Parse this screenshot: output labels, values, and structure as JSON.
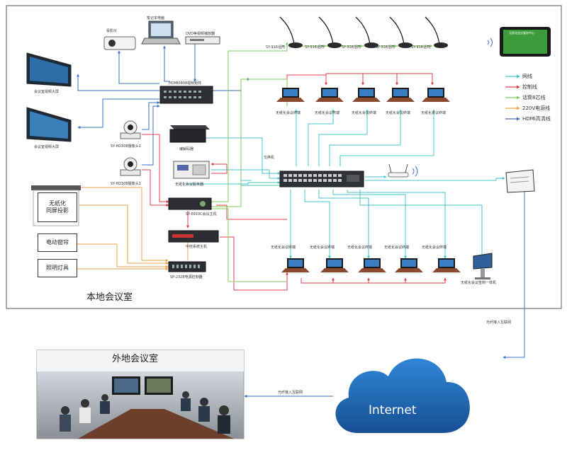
{
  "colors": {
    "network": "#45c4c9",
    "control": "#e0424a",
    "mic8": "#7ccf5a",
    "power220": "#f0a04b",
    "hdmi": "#3a6fc6",
    "cloud": "#1f67b4"
  },
  "legend": [
    {
      "label": "网线",
      "color_key": "network"
    },
    {
      "label": "控制线",
      "color_key": "control"
    },
    {
      "label": "话筒8芯线",
      "color_key": "mic8"
    },
    {
      "label": "220V电源线",
      "color_key": "power220"
    },
    {
      "label": "HDMI高清线",
      "color_key": "hdmi"
    }
  ],
  "devices": {
    "projector": "投影仪",
    "laptop": "笔记本电脑",
    "dvd": "DVD等视频播放器",
    "screen1": "会议室视频大屏",
    "screen2": "会议室视频大屏",
    "matrix": "HDMI0808视频矩阵",
    "cam1": "SY-HD308摄像头1",
    "cam2": "SY-HD308摄像头2",
    "recorder": "编解码器",
    "server": "无纸化会议服务器",
    "conf_host": "SY-6910C会议主机",
    "central": "中控系统主机",
    "power_ctrl": "SP-2328电源控制器",
    "switch": "交换机",
    "kiosk": "无纸化会议签到一体机",
    "tablet_text": "无纸化会议服务中心"
  },
  "mics": [
    "SY-916话筒",
    "SY-916话筒",
    "SY-916话筒",
    "SY-916话筒",
    "SY-916话筒"
  ],
  "top_terminals": [
    "无纸化会议终端",
    "无纸化会议终端",
    "无纸化会议终端",
    "无纸化会议终端",
    "无纸化会议终端"
  ],
  "bottom_terminals": [
    "无纸化会议终端",
    "无纸化会议终端",
    "无纸化会议终端",
    "无纸化会议终端",
    "无纸化会议终端"
  ],
  "left_boxes": [
    "无纸化\n同屏投影",
    "电动窗帘",
    "照明灯具"
  ],
  "local_room": "本地会议室",
  "remote_room": "外地会议室",
  "cloud_label": "Internet",
  "link_up": "光纤接入互联网",
  "link_left": "光纤接入互联网"
}
